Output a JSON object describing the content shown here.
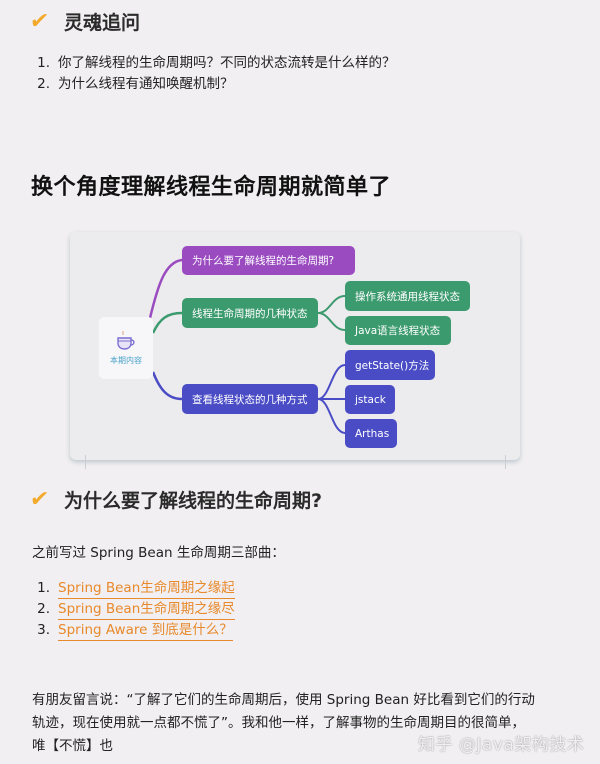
{
  "section1": {
    "icon": "check-icon",
    "title": "灵魂追问",
    "questions": [
      {
        "num": "1.",
        "text": "你了解线程的生命周期吗？不同的状态流转是什么样的？"
      },
      {
        "num": "2.",
        "text": "为什么线程有通知唤醒机制？"
      }
    ]
  },
  "heading_main": "换个角度理解线程生命周期就简单了",
  "mindmap": {
    "center": {
      "label": "本期内容",
      "icon": "coffee-cup-icon"
    },
    "colors": {
      "purple": "#9a4bc0",
      "green": "#3b9a6e",
      "blue": "#4a4cc6"
    },
    "branches": [
      {
        "label": "为什么要了解线程的生命周期?",
        "color": "purple",
        "children": []
      },
      {
        "label": "线程生命周期的几种状态",
        "color": "green",
        "children": [
          "操作系统通用线程状态",
          "Java语言线程状态"
        ]
      },
      {
        "label": "查看线程状态的几种方式",
        "color": "blue",
        "children": [
          "getState()方法",
          "jstack",
          "Arthas"
        ]
      }
    ]
  },
  "section2": {
    "icon": "check-icon",
    "title": "为什么要了解线程的生命周期?",
    "intro": "之前写过 Spring Bean 生命周期三部曲：",
    "links": [
      {
        "num": "1.",
        "text": "Spring Bean生命周期之缘起"
      },
      {
        "num": "2.",
        "text": "Spring Bean生命周期之缘尽"
      },
      {
        "num": "3.",
        "text": "Spring Aware 到底是什么？"
      }
    ],
    "paragraph_line1": "有朋友留言说：“了解了它们的生命周期后，使用 Spring Bean 好比看到它们的行动",
    "paragraph_line2": "轨迹，现在使用就一点都不慌了”。我和他一样，了解事物的生命周期目的很简单，",
    "paragraph_line3": "唯【不慌】也"
  },
  "watermark": "知乎 @Java架构技术"
}
